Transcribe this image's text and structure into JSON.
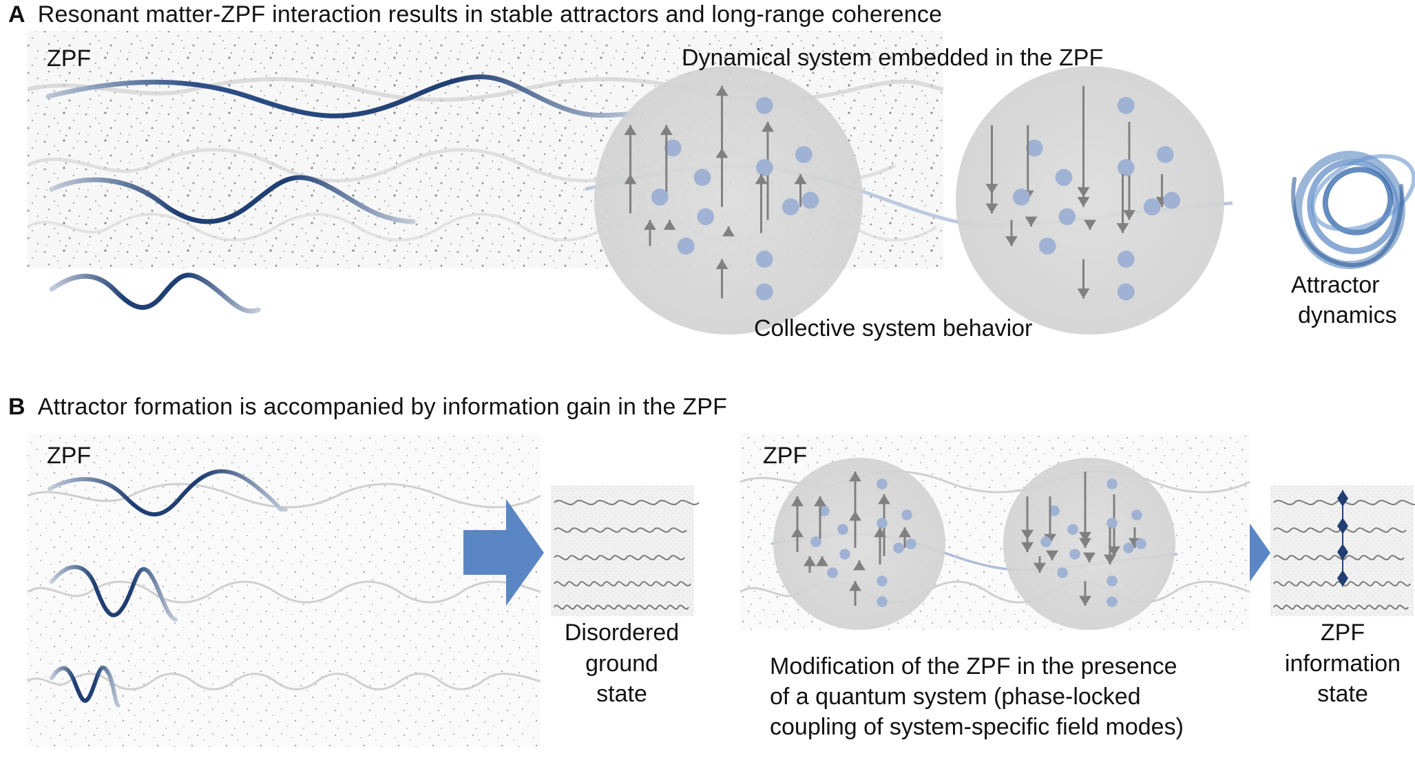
{
  "panel_a": {
    "letter": "A",
    "title": "Resonant matter-ZPF interaction results in stable attractors and long-range coherence",
    "zpf_label": "ZPF",
    "dynamical_label": "Dynamical system embedded in the ZPF",
    "collective_label": "Collective system behavior",
    "attractor_label_1": "Attractor",
    "attractor_label_2": "dynamics"
  },
  "panel_b": {
    "letter": "B",
    "title": "Attractor formation is accompanied by information gain in the ZPF",
    "zpf_label_left": "ZPF",
    "zpf_label_right": "ZPF",
    "disordered_1": "Disordered",
    "disordered_2": "ground",
    "disordered_3": "state",
    "modification_1": "Modification of the ZPF in the presence",
    "modification_2": "of a quantum system (phase-locked",
    "modification_3": "coupling of system-specific field modes)",
    "info_1": "ZPF",
    "info_2": "information",
    "info_3": "state"
  },
  "colors": {
    "wave_dark": "#1f3f73",
    "wave_light": "#a9b8cc",
    "sphere": "#d9d9d9",
    "dot": "#9fb2d3",
    "arrow": "#808080",
    "big_arrow": "#5b86c5",
    "attractor": "#4a7ab8"
  }
}
